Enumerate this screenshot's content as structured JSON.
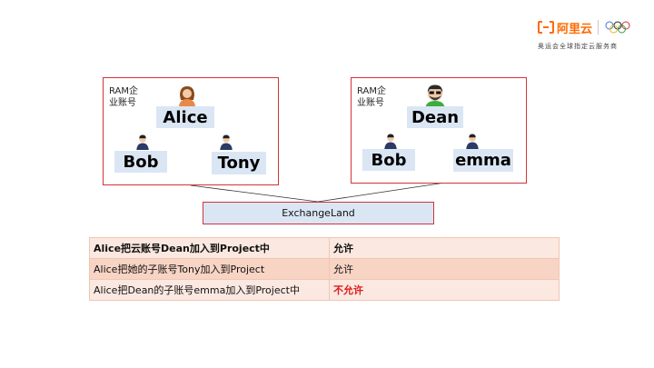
{
  "logo": {
    "brand_name": "阿里云",
    "tagline": "奥运会全球指定云服务商",
    "brand_color": "#ff6a00"
  },
  "left_account": {
    "label_line1": "RAM企",
    "label_line2": "业账号",
    "root": "Alice",
    "child1": "Bob",
    "child2": "Tony"
  },
  "right_account": {
    "label_line1": "RAM企",
    "label_line2": "业账号",
    "root": "Dean",
    "child1": "Bob",
    "child2": "emma"
  },
  "exchange_label": "ExchangeLand",
  "rules": [
    {
      "action": "Alice把云账号Dean加入到Project中",
      "result": "允许",
      "result_color": "#111111"
    },
    {
      "action": "Alice把她的子账号Tony加入到Project",
      "result": "允许",
      "result_color": "#111111"
    },
    {
      "action": "Alice把Dean的子账号emma加入到Project中",
      "result": "不允许",
      "result_color": "#e01b1b"
    }
  ],
  "colors": {
    "box_border": "#d0343a",
    "node_fill": "#dbe6f4"
  }
}
